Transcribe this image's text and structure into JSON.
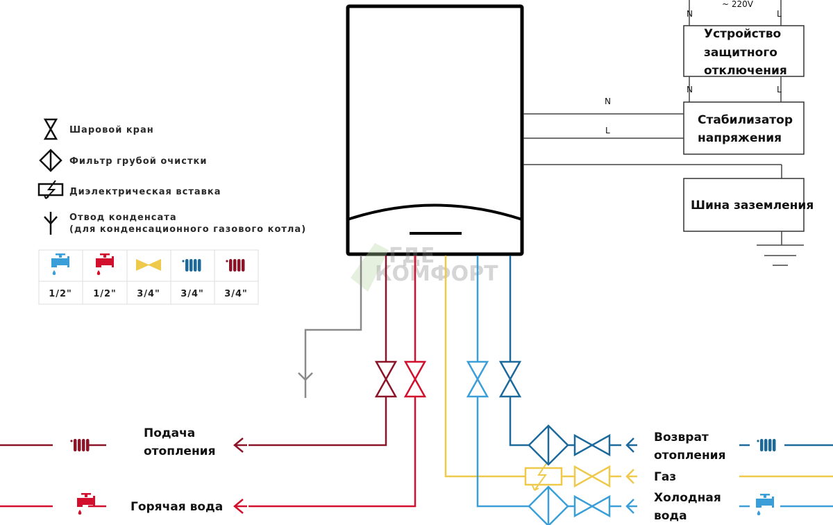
{
  "colors": {
    "heating_supply": "#8b1428",
    "hot_water": "#d2102e",
    "gas": "#efc94c",
    "cold_water": "#3a9fd8",
    "heating_return": "#1c6a9c",
    "condensate": "#8a8a8a",
    "outline": "#000000",
    "wire": "#444444"
  },
  "legend": {
    "items": [
      {
        "icon": "ball-valve-icon",
        "label": "Шаровой кран"
      },
      {
        "icon": "coarse-filter-icon",
        "label": "Фильтр грубой очистки"
      },
      {
        "icon": "dielectric-insert-icon",
        "label": "Диэлектрическая вставка"
      },
      {
        "icon": "condensate-drain-icon",
        "label": "Отвод конденсата",
        "label2": "(для конденсационного газового котла)"
      }
    ],
    "sizes": [
      {
        "icon": "cold-water-tap-icon",
        "size": "1/2\""
      },
      {
        "icon": "hot-water-tap-icon",
        "size": "1/2\""
      },
      {
        "icon": "gas-valve-icon",
        "size": "3/4\""
      },
      {
        "icon": "return-radiator-icon",
        "size": "3/4\""
      },
      {
        "icon": "supply-radiator-icon",
        "size": "3/4\""
      }
    ]
  },
  "electrical": {
    "mains": "~ 220V",
    "n": "N",
    "l": "L",
    "rcd": [
      "Устройство",
      "защитного",
      "отключения"
    ],
    "stabilizer": [
      "Стабилизатор",
      "напряжения"
    ],
    "ground_bus": "Шина заземления"
  },
  "pipes": {
    "heating_supply": [
      "Подача",
      "отопления"
    ],
    "hot_water": "Горячая вода",
    "heating_return": [
      "Возврат",
      "отопления"
    ],
    "gas": "Газ",
    "cold_water": [
      "Холодная",
      "вода"
    ]
  },
  "watermark": [
    "ГДЕ",
    "КОМФОРТ"
  ]
}
